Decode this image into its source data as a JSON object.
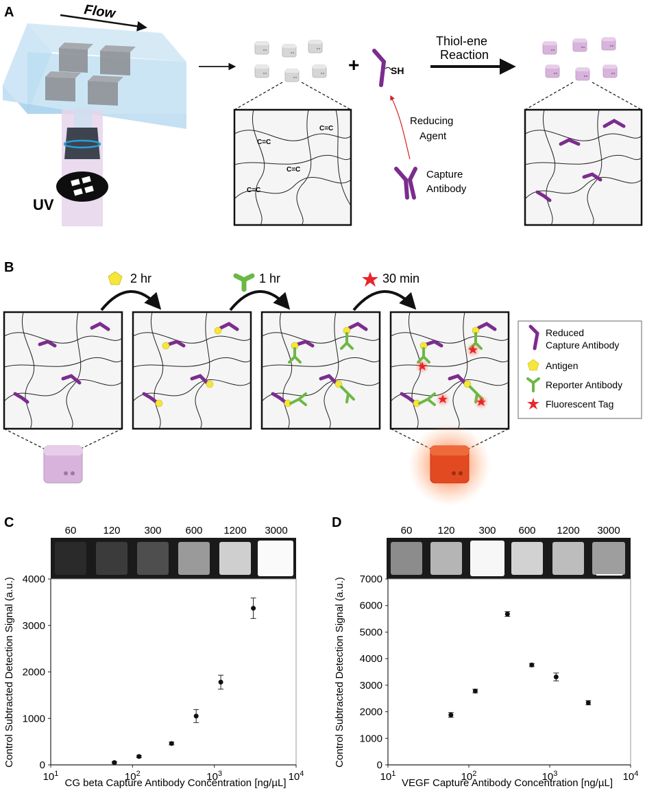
{
  "panelA": {
    "letter": "A",
    "flow_label": "Flow",
    "uv_label": "UV",
    "plus_sign": "+",
    "sh_label": "SH",
    "reaction_label_line1": "Thiol-ene",
    "reaction_label_line2": "Reaction",
    "reducing_line1": "Reducing",
    "reducing_line2": "Agent",
    "capture_line1": "Capture",
    "capture_line2": "Antibody",
    "cc_label": "C=C"
  },
  "panelB": {
    "letter": "B",
    "step1_time": "2 hr",
    "step2_time": "1 hr",
    "step3_time": "30 min",
    "legend": [
      {
        "line1": "Reduced",
        "line2": "Capture Antibody",
        "icon": "reduced-capture-antibody-icon",
        "color": "#7b2d8e"
      },
      {
        "line1": "Antigen",
        "line2": "",
        "icon": "antigen-pentagon-icon",
        "color": "#f5e63a"
      },
      {
        "line1": "Reporter Antibody",
        "line2": "",
        "icon": "reporter-antibody-icon",
        "color": "#6bb844"
      },
      {
        "line1": "Fluorescent Tag",
        "line2": "",
        "icon": "fluorescent-star-icon",
        "color": "#e8262a"
      }
    ]
  },
  "panelC": {
    "letter": "C",
    "image_labels": [
      "60",
      "120",
      "300",
      "600",
      "1200",
      "3000"
    ],
    "ylabel": "Control Subtracted Detection Signal (a.u.)",
    "xlabel": "CG beta Capture Antibody Concentration [ng/µL]"
  },
  "panelD": {
    "letter": "D",
    "image_labels": [
      "60",
      "120",
      "300",
      "600",
      "1200",
      "3000"
    ],
    "ylabel": "Control Subtracted Detection Signal (a.u.)",
    "xlabel": "VEGF Capture Antibody Concentration [ng/µL]"
  },
  "chart_data": [
    {
      "type": "scatter",
      "x_scale": "log",
      "xlim": [
        10,
        10000
      ],
      "ylim": [
        0,
        4000
      ],
      "xticks": [
        10,
        100,
        1000,
        10000
      ],
      "yticks": [
        0,
        1000,
        2000,
        3000,
        4000
      ],
      "ytick_labels": [
        "0",
        "1000",
        "2000",
        "3000",
        "4000"
      ],
      "x": [
        60,
        120,
        300,
        600,
        1200,
        3000
      ],
      "y": [
        50,
        180,
        460,
        1050,
        1780,
        3370
      ],
      "yerr": [
        20,
        25,
        30,
        140,
        150,
        220
      ],
      "grid": false
    },
    {
      "type": "scatter",
      "x_scale": "log",
      "xlim": [
        10,
        10000
      ],
      "ylim": [
        0,
        7000
      ],
      "xticks": [
        10,
        100,
        1000,
        10000
      ],
      "yticks": [
        0,
        1000,
        2000,
        3000,
        4000,
        5000,
        6000,
        7000
      ],
      "ytick_labels": [
        "0",
        "1000",
        "2000",
        "3000",
        "4000",
        "5000",
        "6000",
        "7000"
      ],
      "x": [
        60,
        120,
        300,
        600,
        1200,
        3000
      ],
      "y": [
        1880,
        2780,
        5680,
        3760,
        3310,
        2340
      ],
      "yerr": [
        90,
        70,
        90,
        60,
        150,
        80
      ],
      "grid": false
    }
  ]
}
